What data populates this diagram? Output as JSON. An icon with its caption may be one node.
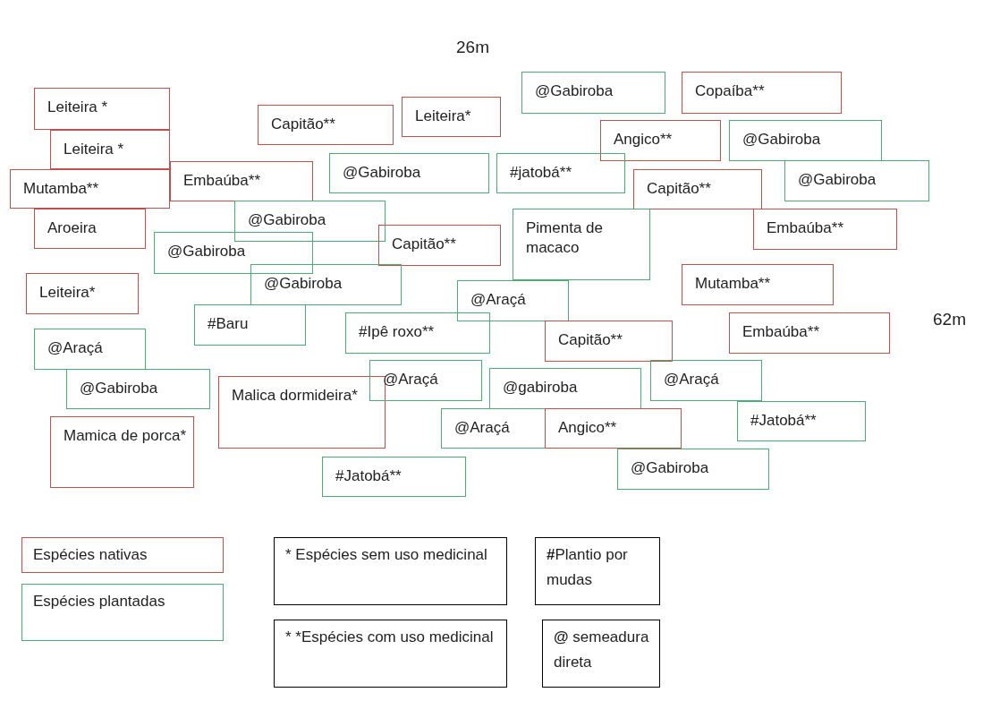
{
  "diagram": {
    "nodes": [
      {
        "text": [
          "Leiteira *"
        ]
      },
      {
        "text": [
          "Leiteira *"
        ]
      },
      {
        "text": [
          "Mutamba**"
        ]
      },
      {
        "text": [
          "Embaúba**"
        ]
      },
      {
        "text": [
          "Aroeira"
        ]
      },
      {
        "text": [
          "Capitão**"
        ]
      },
      {
        "text": [
          "Leiteira*"
        ]
      },
      {
        "text": [
          "@Gabiroba"
        ]
      },
      {
        "text": [
          "Copaíba**"
        ]
      },
      {
        "text": [
          "Angico**"
        ]
      },
      {
        "text": [
          "@Gabiroba"
        ]
      },
      {
        "text": [
          "@Gabiroba"
        ]
      },
      {
        "text": [
          "#jatobá**"
        ]
      },
      {
        "text": [
          "Capitão**"
        ]
      },
      {
        "text": [
          "@Gabiroba"
        ]
      },
      {
        "text": [
          "@Gabiroba"
        ]
      },
      {
        "text": [
          "@Gabiroba"
        ]
      },
      {
        "text": [
          "Capitão**"
        ]
      },
      {
        "text": [
          "Pimenta de macaco"
        ]
      },
      {
        "text": [
          "Embaúba**"
        ]
      },
      {
        "text": [
          "@Gabiroba"
        ]
      },
      {
        "text": [
          "Leiteira*"
        ]
      },
      {
        "text": [
          "Mutamba**"
        ]
      },
      {
        "text": [
          "@Araçá"
        ]
      },
      {
        "text": [
          "#Baru"
        ]
      },
      {
        "text": [
          "#Ipê roxo**"
        ]
      },
      {
        "text": [
          "Capitão**"
        ]
      },
      {
        "text": [
          "Embaúba**"
        ]
      },
      {
        "text": [
          "@Araçá"
        ]
      },
      {
        "text": [
          "@Gabiroba"
        ]
      },
      {
        "text": [
          "Malica dormideira*"
        ]
      },
      {
        "text": [
          "@Araçá"
        ]
      },
      {
        "text": [
          "@gabiroba"
        ]
      },
      {
        "text": [
          "@Araçá"
        ]
      },
      {
        "text": [
          "@Araçá"
        ]
      },
      {
        "text": [
          "Angico**"
        ]
      },
      {
        "text": [
          "#Jatobá**"
        ]
      },
      {
        "text": [
          "Mamica de porca*"
        ]
      },
      {
        "text": [
          "@Gabiroba"
        ]
      },
      {
        "text": [
          "#Jatobá**"
        ]
      }
    ],
    "labels": [
      "26m",
      "62m"
    ],
    "legend": [
      {
        "text": "Espécies nativas",
        "color": "#c0504d"
      },
      {
        "text": "Espécies plantadas",
        "color": "#4bac76"
      },
      {
        "text": "* Espécies sem uso medicinal"
      },
      {
        "text": "**#**Plantio por mudas"
      },
      {
        "text": "* *Espécies com uso medicinal"
      },
      {
        "text": "**@** semeadura direta"
      }
    ]
  }
}
